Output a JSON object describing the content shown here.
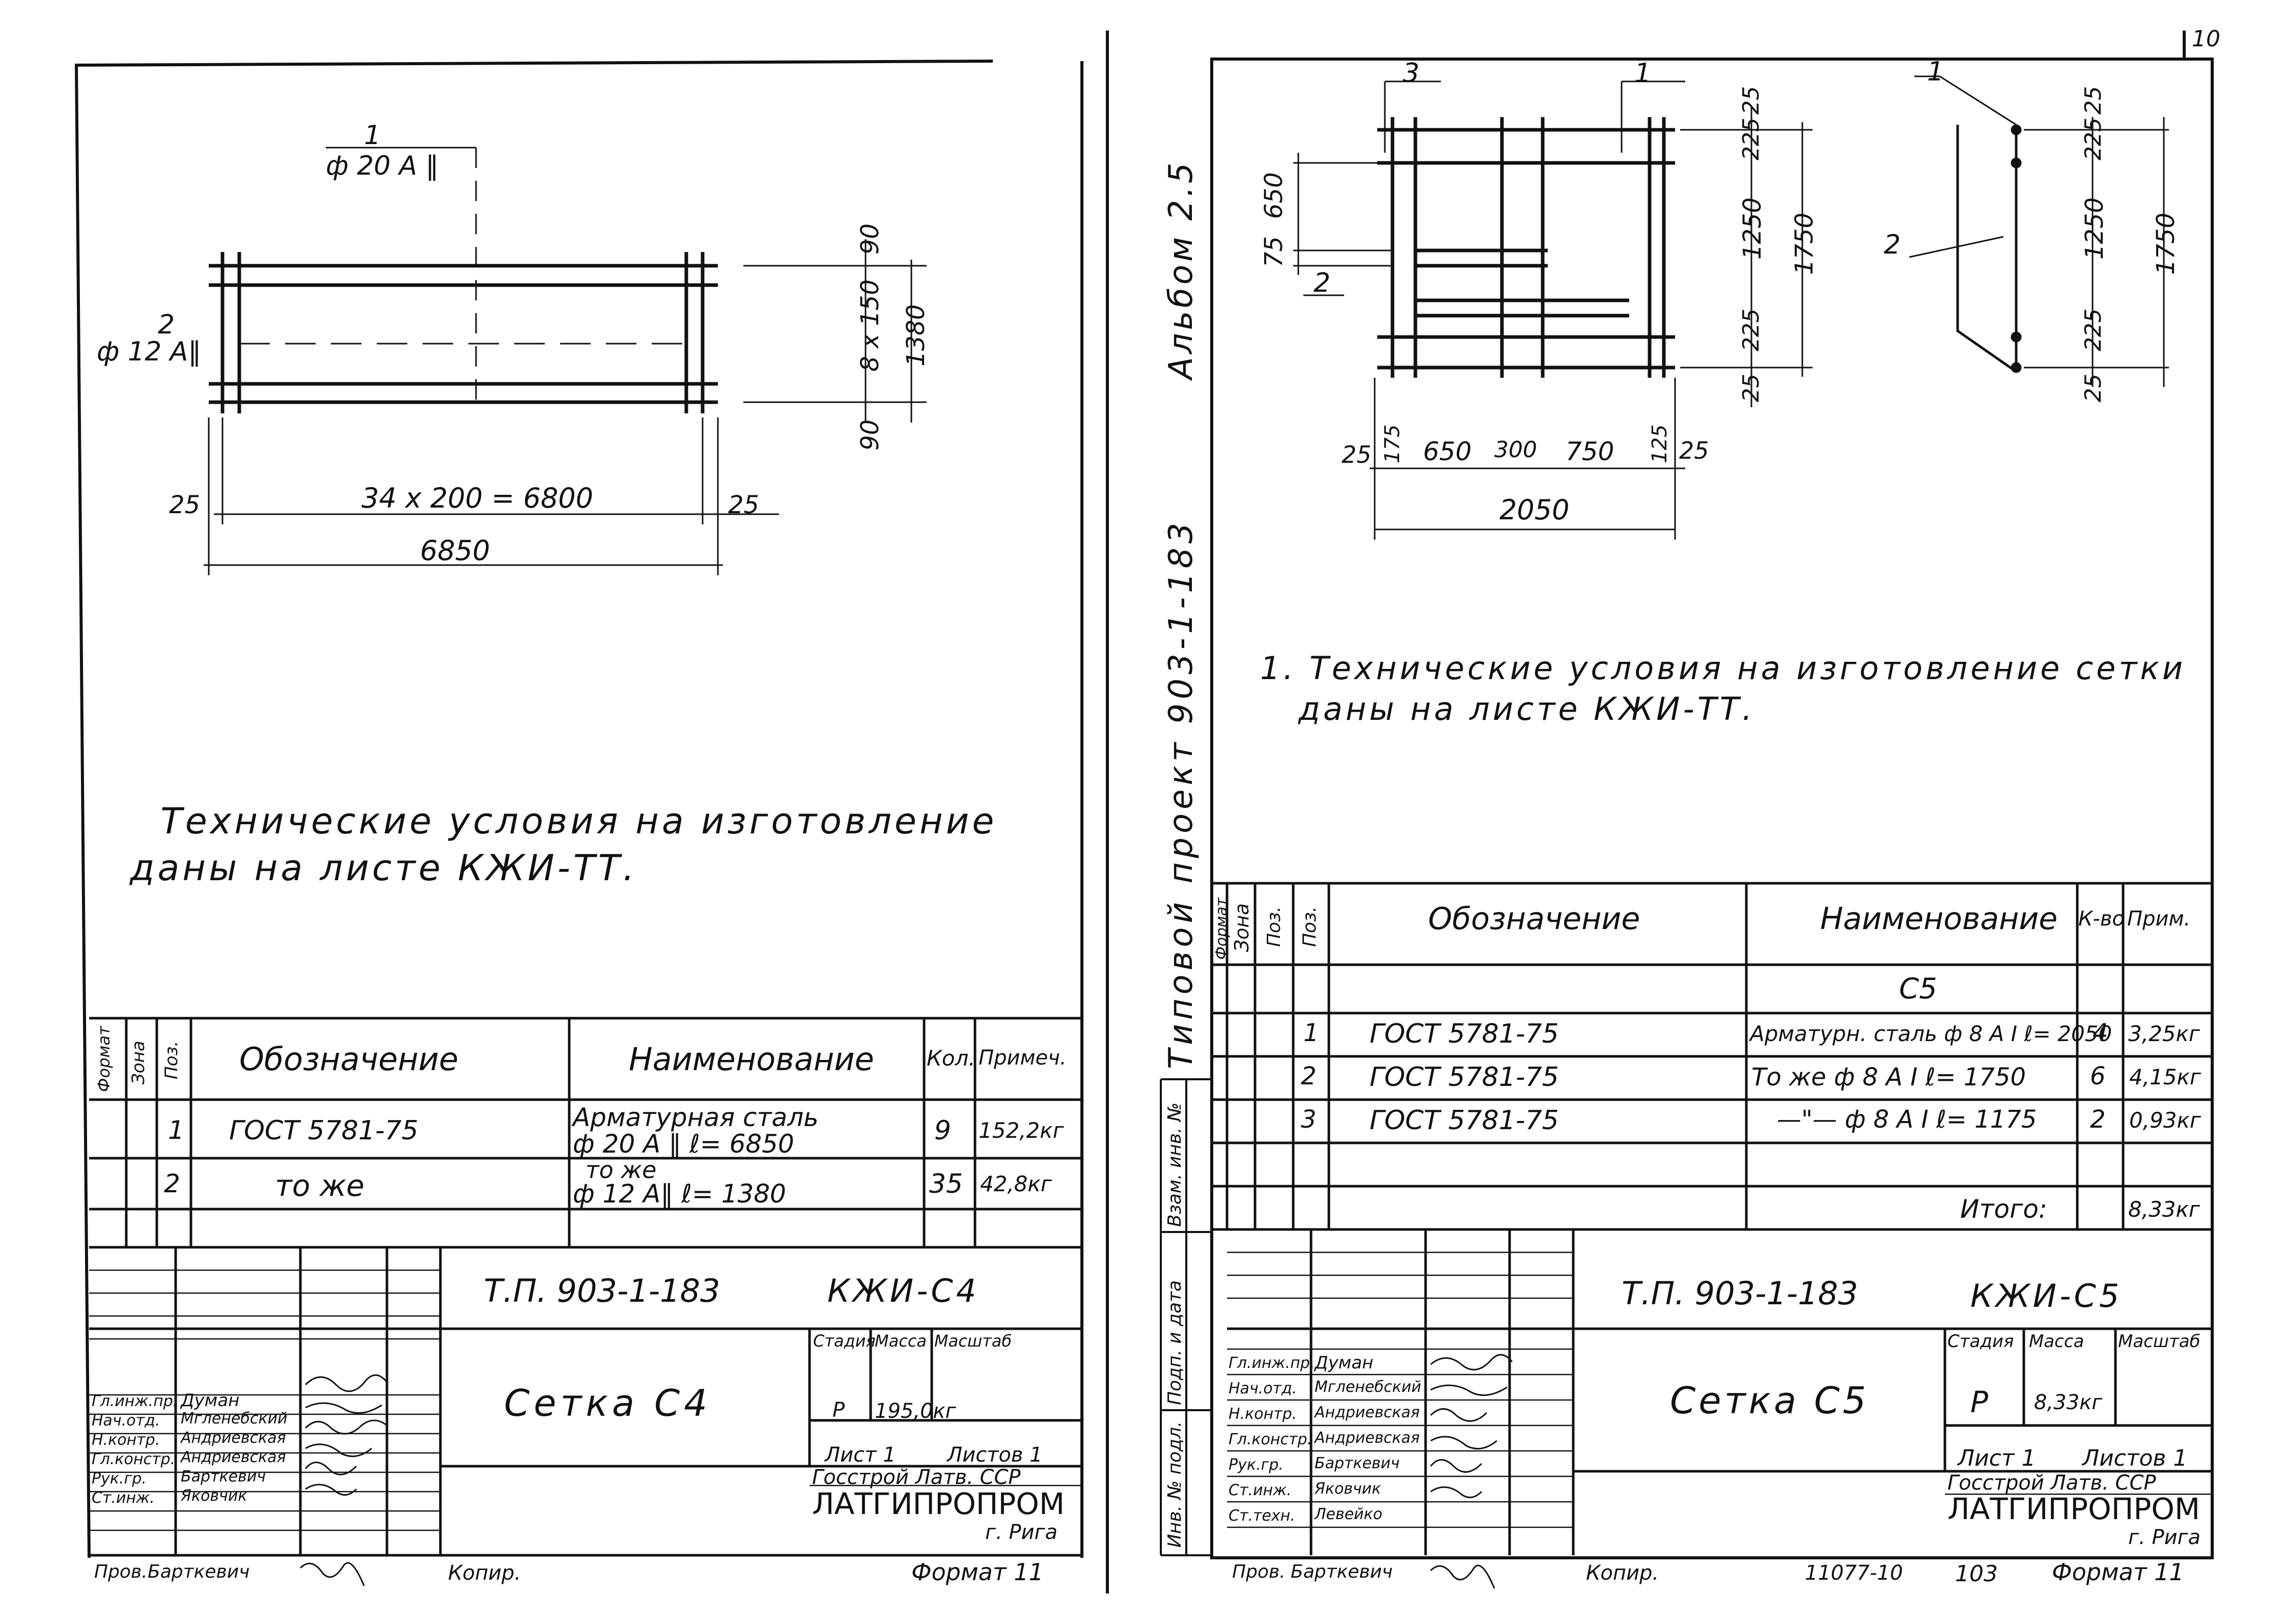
{
  "page_number": "10",
  "left_sheet": {
    "drawing": {
      "bar1_label": "1",
      "bar1_spec": "ф 20 А ‖",
      "bar2_label": "2",
      "bar2_spec": "ф 12 А‖",
      "dim_top": "90",
      "dim_mid": "8 x 150",
      "dim_bottom": "90",
      "dim_total_height": "1380",
      "dim_left_end": "25",
      "dim_spacing": "34 x 200 = 6800",
      "dim_right_end": "25",
      "dim_total_length": "6850"
    },
    "note_line1": "Технические условия на изготовление",
    "note_line2": "даны на листе КЖИ-ТТ.",
    "spec_table": {
      "header": {
        "format": "Формат",
        "zone": "Зона",
        "pos": "Поз.",
        "designation": "Обозначение",
        "name": "Наименование",
        "qty": "Кол.",
        "note": "Примеч."
      },
      "rows": [
        {
          "pos": "1",
          "designation": "ГОСТ 5781-75",
          "name_line1": "Арматурная сталь",
          "name_line2": "ф 20 А ‖  ℓ= 6850",
          "qty": "9",
          "note": "152,2кг"
        },
        {
          "pos": "2",
          "designation": "то же",
          "name_line1": "то же",
          "name_line2": "ф 12 А‖  ℓ= 1380",
          "qty": "35",
          "note": "42,8кг"
        }
      ]
    },
    "title_block": {
      "project_code": "Т.П. 903-1-183",
      "sheet_code": "КЖИ-С4",
      "title": "Сетка С4",
      "stage_label": "Стадия",
      "mass_label": "Масса",
      "scale_label": "Масштаб",
      "stage": "Р",
      "mass": "195,0кг",
      "sheet_label": "Лист 1",
      "sheets_label": "Листов 1",
      "org1": "Госстрой Латв. ССР",
      "org2": "ЛАТГИПРОПРОМ",
      "city": "г. Рига",
      "signers": [
        {
          "role": "Гл.инж.пр.",
          "name": "Думан"
        },
        {
          "role": "Нач.отд.",
          "name": "Мгленебский"
        },
        {
          "role": "Н.контр.",
          "name": "Андриевская"
        },
        {
          "role": "Гл.констр.",
          "name": "Андриевская"
        },
        {
          "role": "Рук.гр.",
          "name": "Барткевич"
        },
        {
          "role": "Ст.инж.",
          "name": "Яковчик"
        }
      ],
      "checked_role": "Пров.",
      "checked_name": "Барткевич",
      "copied": "Копир.",
      "format": "Формат 11"
    }
  },
  "right_sheet": {
    "drawing": {
      "plan_labels": [
        "3",
        "1",
        "2"
      ],
      "dim_left_75": "75",
      "dim_left_650": "650",
      "dim_right_25_top": "25",
      "dim_right_225_top": "225",
      "dim_right_1250": "1250",
      "dim_right_225_bottom": "225",
      "dim_right_25_bottom": "25",
      "dim_total_height": "1750",
      "dim_bottom": [
        "25",
        "175",
        "650",
        "300",
        "750",
        "125",
        "25"
      ],
      "dim_total_width": "2050",
      "side_labels": [
        "1",
        "2"
      ],
      "side_dims": [
        "25",
        "225",
        "1250",
        "225",
        "25"
      ],
      "side_total": "1750"
    },
    "note_line1": "1. Технические условия на изготовление сетки",
    "note_line2": "даны на листе КЖИ-ТТ.",
    "spec_table": {
      "header": {
        "format": "Формат",
        "zone": "Зона",
        "pos": "Поз.",
        "designation": "Обозначение",
        "name": "Наименование",
        "qty": "К-во",
        "note": "Прим."
      },
      "group": "С5",
      "rows": [
        {
          "pos": "1",
          "designation": "ГОСТ 5781-75",
          "name": "Арматурн. сталь ф 8 А I  ℓ= 2050",
          "qty": "4",
          "note": "3,25кг"
        },
        {
          "pos": "2",
          "designation": "ГОСТ 5781-75",
          "name": "То же ф 8 А I  ℓ= 1750",
          "qty": "6",
          "note": "4,15кг"
        },
        {
          "pos": "3",
          "designation": "ГОСТ 5781-75",
          "name": "—\"— ф 8 А I  ℓ= 1175",
          "qty": "2",
          "note": "0,93кг"
        }
      ],
      "total_label": "Итого:",
      "total_value": "8,33кг"
    },
    "title_block": {
      "project_code": "Т.П. 903-1-183",
      "sheet_code": "КЖИ-С5",
      "title": "Сетка С5",
      "stage_label": "Стадия",
      "mass_label": "Масса",
      "scale_label": "Масштаб",
      "stage": "Р",
      "mass": "8,33кг",
      "sheet_label": "Лист 1",
      "sheets_label": "Листов 1",
      "org1": "Госстрой Латв. ССР",
      "org2": "ЛАТГИПРОПРОМ",
      "city": "г. Рига",
      "signers": [
        {
          "role": "Гл.инж.пр.",
          "name": "Думан"
        },
        {
          "role": "Нач.отд.",
          "name": "Мгленебский"
        },
        {
          "role": "Н.контр.",
          "name": "Андриевская"
        },
        {
          "role": "Гл.констр.",
          "name": "Андриевская"
        },
        {
          "role": "Рук.гр.",
          "name": "Барткевич"
        },
        {
          "role": "Ст.инж.",
          "name": "Яковчик"
        },
        {
          "role": "Ст.техн.",
          "name": "Левейко"
        }
      ],
      "checked_role": "Пров.",
      "checked_name": "Барткевич",
      "copied": "Копир.",
      "copy_number": "11077-10",
      "page": "103",
      "format": "Формат 11"
    }
  },
  "margin_vertical": {
    "album": "Альбом 2.5",
    "project": "Типовой проект 903-1-183",
    "stamp_labels": [
      "Инв. № подл.",
      "Подп. и дата",
      "Взам. инв. №"
    ]
  }
}
